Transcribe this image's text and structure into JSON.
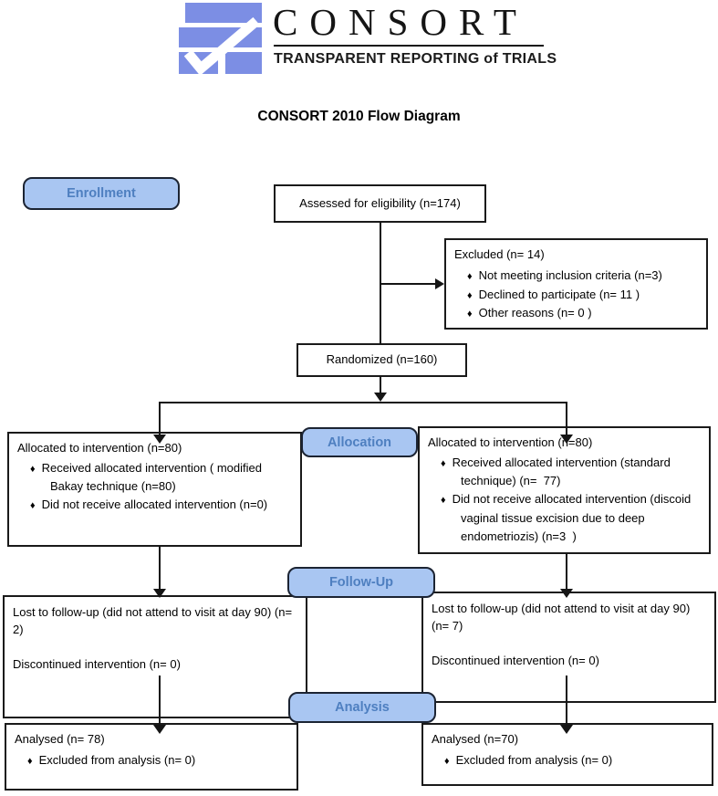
{
  "logo": {
    "wordmark": "CONSORT",
    "tagline": "TRANSPARENT REPORTING of TRIALS"
  },
  "diagram_title": "CONSORT 2010 Flow Diagram",
  "glyphs": {
    "bullet": "♦"
  },
  "colors": {
    "logo_blue": "#7C8EE4",
    "stage_fill": "#A9C6F2",
    "stage_text": "#4E7FC0",
    "box_border": "#1a1a1a"
  },
  "stages": {
    "enrollment": "Enrollment",
    "allocation": "Allocation",
    "followup": "Follow-Up",
    "analysis": "Analysis"
  },
  "flow": {
    "assessed": "Assessed for eligibility (n=174)",
    "excluded": {
      "title": "Excluded (n= 14)",
      "items": [
        "Not meeting inclusion criteria (n=3)",
        "Declined to participate (n= 11 )",
        "Other reasons (n= 0 )"
      ]
    },
    "randomized": "Randomized (n=160)",
    "allocation_left": {
      "title": "Allocated to intervention (n=80)",
      "items": [
        "Received allocated intervention ( modified Bakay technique (n=80)",
        "Did not receive allocated intervention (n=0)"
      ]
    },
    "allocation_right": {
      "title": "Allocated to intervention (n=80)",
      "items": [
        "Received allocated intervention (standard technique) (n=  77)",
        "Did not receive allocated intervention (discoid vaginal tissue excision due to deep endometriozis) (n=3  )"
      ]
    },
    "followup_left": {
      "lines": [
        "Lost to follow-up (did not attend to visit at day 90) (n= 2)",
        "Discontinued intervention (n= 0)"
      ]
    },
    "followup_right": {
      "lines": [
        "Lost to follow-up (did not attend to visit at day 90) (n= 7)",
        "Discontinued intervention (n= 0)"
      ]
    },
    "analysis_left": {
      "title": "Analysed (n= 78)",
      "items": [
        "Excluded from analysis (n= 0)"
      ]
    },
    "analysis_right": {
      "title": "Analysed (n=70)",
      "items": [
        "Excluded from analysis (n= 0)"
      ]
    }
  }
}
